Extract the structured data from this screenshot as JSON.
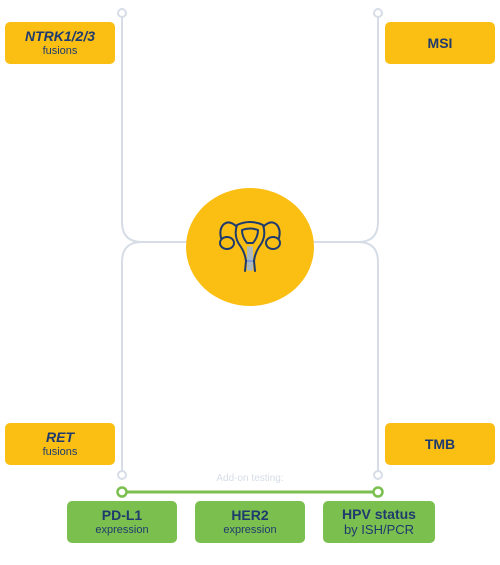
{
  "biomarkers": {
    "ntrk": {
      "main": "NTRK1/2/3",
      "sub": "fusions"
    },
    "msi": {
      "main": "MSI"
    },
    "ret": {
      "main": "RET",
      "sub": "fusions"
    },
    "tmb": {
      "main": "TMB"
    }
  },
  "addon": {
    "label": "Add-on testing:",
    "items": [
      {
        "main": "PD-L1",
        "sub": "expression"
      },
      {
        "main": "HER2",
        "sub": "expression"
      },
      {
        "main": "HPV status",
        "sub": "by ISH/PCR"
      }
    ]
  },
  "center": {
    "icon": "uterus-icon"
  },
  "colors": {
    "yellow": "#fbbf14",
    "green": "#7bbf4f",
    "navy": "#1f3b6e",
    "connector": "#d7dde6"
  }
}
